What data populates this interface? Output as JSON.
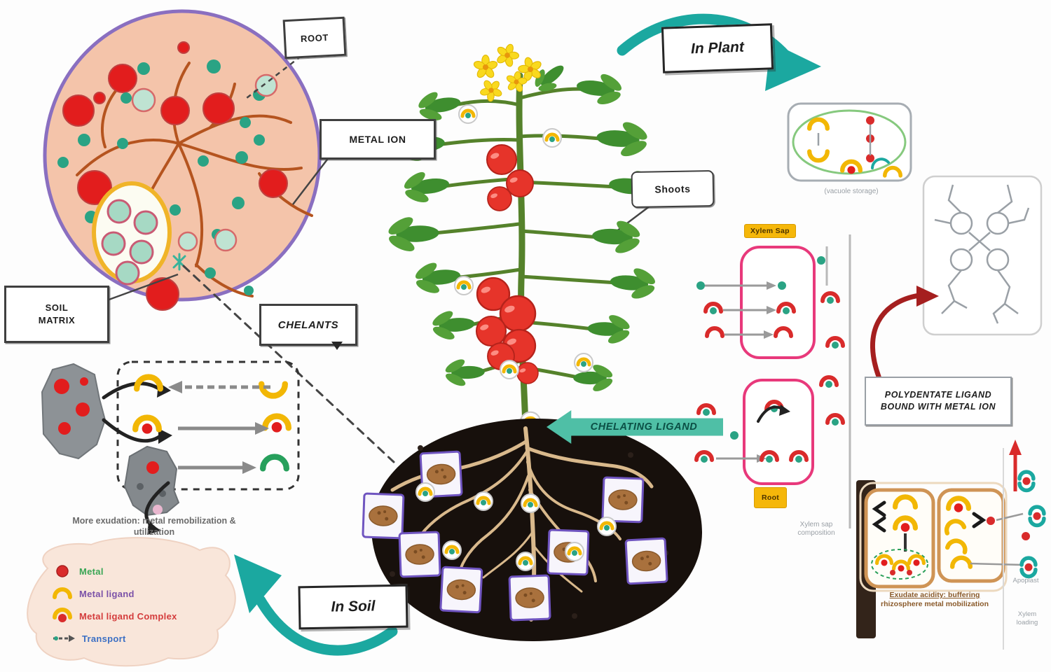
{
  "labels": {
    "root": "ROOT",
    "metal_ion": "METAL ION",
    "soil_matrix_l1": "SOIL",
    "soil_matrix_l2": "MATRIX",
    "chelants": "CHELANTS",
    "shoots": "Shoots",
    "in_plant": "In Plant",
    "in_soil": "In Soil",
    "chelating_ligand": "CHELATING LIGAND",
    "polydentate_l1": "POLYDENTATE LIGAND",
    "polydentate_l2": "BOUND WITH METAL ION",
    "xylem_sap_tag": "Xylem Sap",
    "root_tag": "Root"
  },
  "captions": {
    "exudation_l1": "More exudation: metal remobilization &",
    "exudation_l2": "utilization",
    "xylem_comp_l1": "Xylem sap",
    "xylem_comp_l2": "composition",
    "vacuole": "(vacuole storage)",
    "exudate_l1": "Exudate acidity: buffering",
    "exudate_l2": "rhizosphere metal mobilization",
    "apoplast": "Apoplast",
    "xylem_loading_l1": "Xylem",
    "xylem_loading_l2": "loading"
  },
  "legend": {
    "items": [
      {
        "label": "Metal",
        "color": "#3aa655",
        "icon": "metal-icon"
      },
      {
        "label": "Metal ligand",
        "color": "#7b52a8",
        "icon": "metal-ligand-icon"
      },
      {
        "label": "Metal ligand Complex",
        "color": "#d43c3c",
        "icon": "metal-ligand-complex-icon"
      },
      {
        "label": "Transport",
        "color": "#3b6fc4",
        "icon": "transport-icon"
      }
    ]
  },
  "colors": {
    "teal_arrow": "#1ba8a0",
    "pink_cell": "#e8397b",
    "ligand_yellow": "#f2b705",
    "metal_red": "#d92b2b",
    "green_arc": "#27a05c",
    "circle_border_purple": "#8a6fc0",
    "soil_matrix_fill": "#f4c4aa",
    "cell_tan": "#cf9455",
    "chelating_arrow_fill": "#4fbfa6"
  }
}
